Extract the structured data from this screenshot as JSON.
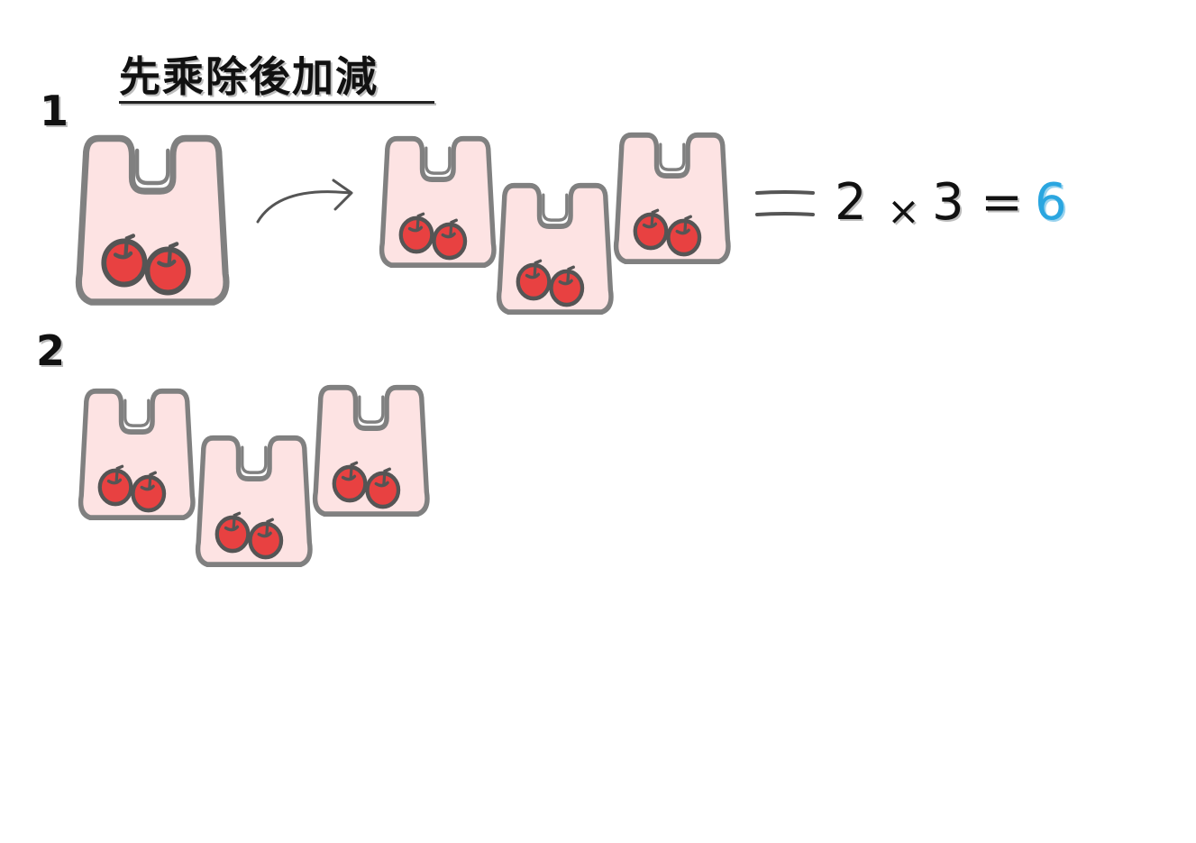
{
  "title": "先乘除後加減",
  "rows": [
    {
      "label": "1"
    },
    {
      "label": "2"
    }
  ],
  "equation": {
    "operand_a": "2",
    "operator_times": "×",
    "operand_b": "3",
    "operator_equals": "=",
    "result": "6",
    "result_color": "#2aa6e0"
  },
  "icons": {
    "bag": "shopping-bag-icon",
    "apple": "apple-icon",
    "arrow": "arrow-icon",
    "equals": "double-line-equals-icon"
  },
  "colors": {
    "bag_fill": "#fde3e3",
    "bag_stroke": "#808080",
    "apple_fill": "#e84141",
    "apple_stroke": "#555555",
    "text": "#111111"
  }
}
